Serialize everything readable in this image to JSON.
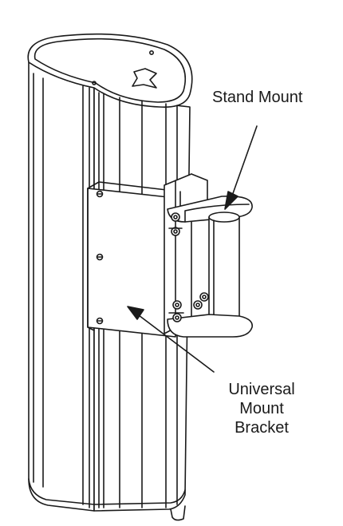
{
  "callouts": {
    "stand_mount": "Stand Mount",
    "universal_mount": {
      "line1": "Universal",
      "line2": "Mount",
      "line3": "Bracket"
    }
  },
  "colors": {
    "stroke": "#1a1a1a",
    "fill": "#ffffff",
    "shade": "#f2f2f2"
  }
}
